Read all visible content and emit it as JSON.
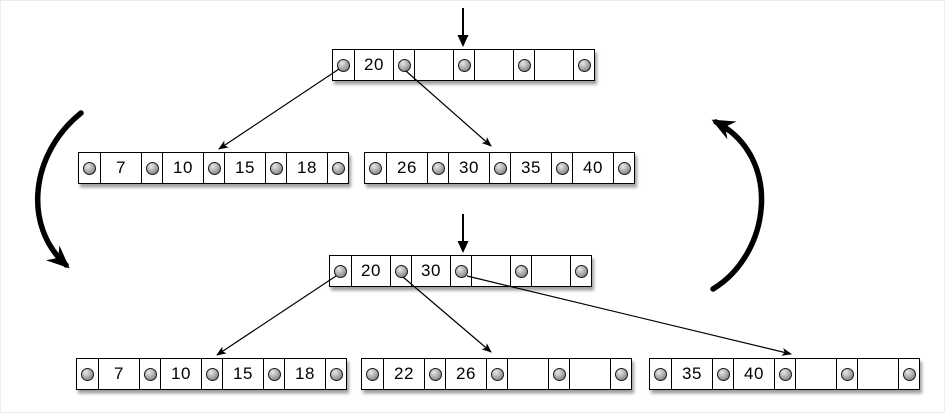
{
  "diagram": {
    "type": "b-tree-insertion-split",
    "states": [
      {
        "root": {
          "keys": [
            "20",
            "",
            "",
            ""
          ]
        },
        "children": [
          {
            "keys": [
              "7",
              "10",
              "15",
              "18"
            ]
          },
          {
            "keys": [
              "26",
              "30",
              "35",
              "40"
            ]
          }
        ]
      },
      {
        "root": {
          "keys": [
            "20",
            "30",
            "",
            ""
          ]
        },
        "children": [
          {
            "keys": [
              "7",
              "10",
              "15",
              "18"
            ]
          },
          {
            "keys": [
              "22",
              "26",
              "",
              ""
            ]
          },
          {
            "keys": [
              "35",
              "40",
              "",
              ""
            ]
          }
        ]
      }
    ],
    "colors": {
      "stroke": "#000000",
      "cell_fill": "#ffffff",
      "pointer_dot": "#9a9a9a",
      "background": "#ffffff"
    }
  }
}
